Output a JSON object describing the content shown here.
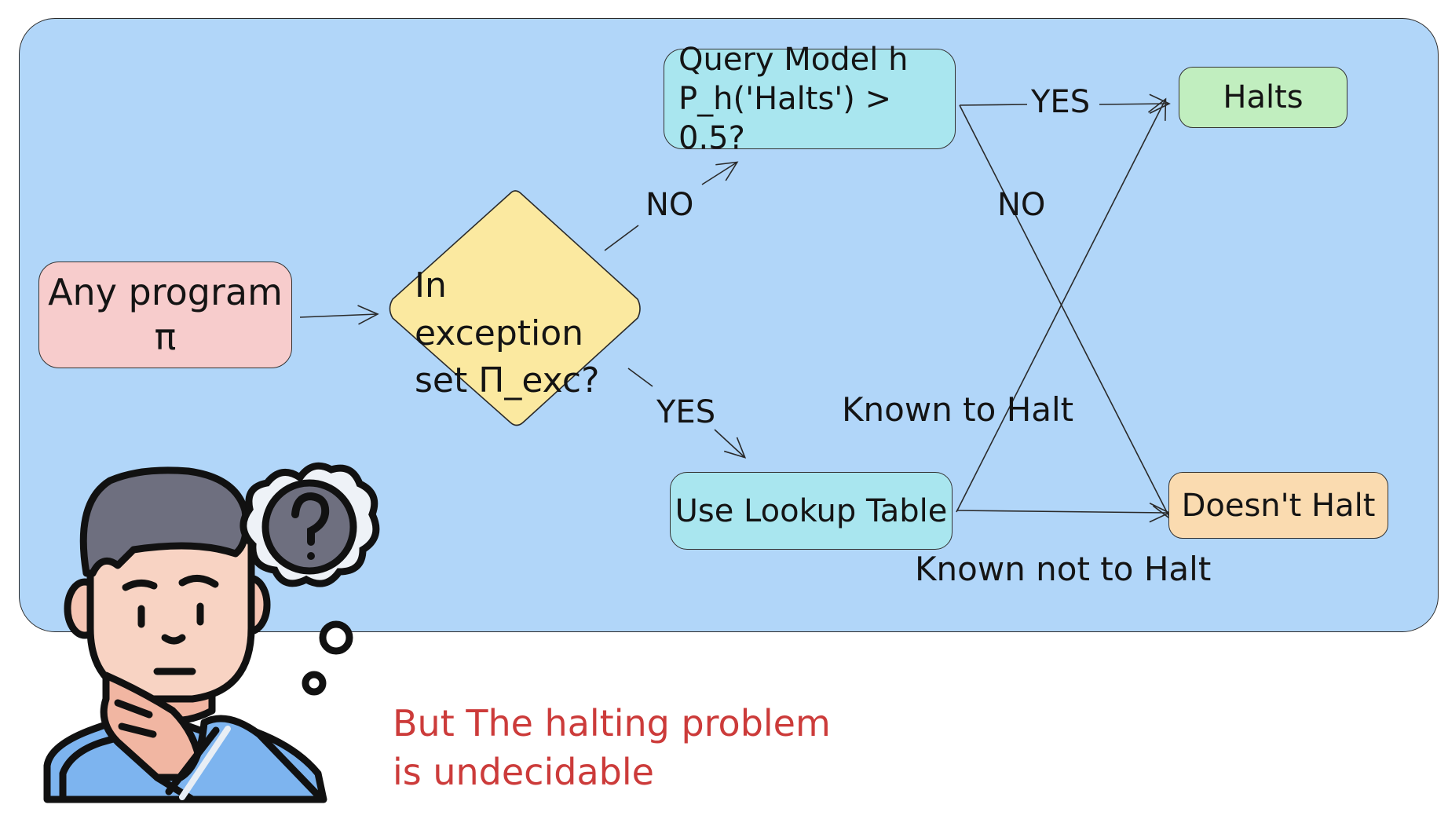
{
  "nodes": {
    "start": {
      "line1": "Any program",
      "line2": "π"
    },
    "decision": {
      "line1": "In exception",
      "line2": "set Π_exc?"
    },
    "query": {
      "line1": "Query Model h",
      "line2": "P_h('Halts') > 0.5?"
    },
    "halts": {
      "label": "Halts"
    },
    "lookup": {
      "label": "Use Lookup Table"
    },
    "doesnt_halt": {
      "label": "Doesn't Halt"
    }
  },
  "edge_labels": {
    "no_to_query": "NO",
    "yes_to_lookup": "YES",
    "query_yes": "YES",
    "query_no": "NO",
    "known_halt": "Known to Halt",
    "known_not_halt": "Known not to Halt"
  },
  "note": {
    "line1": "But The halting problem",
    "line2": "is undecidable"
  },
  "colors": {
    "panel": "#b1d6f9",
    "start": "#f7cccc",
    "decision": "#fbe9a0",
    "query": "#a9e6ef",
    "halts": "#c1eebf",
    "doesnt_halt": "#fadbb0",
    "note": "#cc3b3a"
  },
  "icons": {
    "thinking_person": "thinking-person-icon",
    "thought_bubble": "question-mark-thought-bubble-icon"
  }
}
